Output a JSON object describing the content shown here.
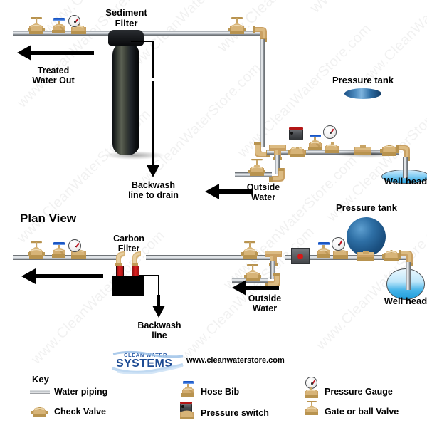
{
  "meta": {
    "title": "Sediment Filter and Carbon Filter Well Water System Diagram"
  },
  "watermark": {
    "text": "www.CleanWaterStore.com"
  },
  "elevation_view": {
    "labels": {
      "sediment_filter": "Sediment\nFilter",
      "treated_water_out": "Treated\nWater Out",
      "backwash_line_to_drain": "Backwash\nline to drain",
      "outside_water": "Outside\nWater",
      "pressure_tank": "Pressure tank",
      "well_head": "Well head"
    }
  },
  "plan_view": {
    "title": "Plan View",
    "labels": {
      "carbon_filter": "Carbon\nFilter",
      "backwash_line": "Backwash\nline",
      "outside_water": "Outside\nWater",
      "pressure_tank": "Pressure tank",
      "well_head": "Well head"
    }
  },
  "branding": {
    "logo_line1": "CLEAN WATER",
    "logo_line2": "SYSTEMS",
    "website": "www.cleanwaterstore.com"
  },
  "key": {
    "title": "Key",
    "items": [
      {
        "icon": "water-piping-icon",
        "label": "Water piping"
      },
      {
        "icon": "check-valve-icon",
        "label": "Check Valve"
      },
      {
        "icon": "hose-bib-icon",
        "label": "Hose Bib"
      },
      {
        "icon": "pressure-switch-icon",
        "label": "Pressure switch"
      },
      {
        "icon": "pressure-gauge-icon",
        "label": "Pressure Gauge"
      },
      {
        "icon": "gate-ball-valve-icon",
        "label": "Gate or ball Valve"
      }
    ]
  },
  "colors": {
    "brass": "#c9a063",
    "pipe_steel": "#c9ced3",
    "tank_blue": "#2d6ca3",
    "water_blue": "#46b4e8",
    "accent_red": "#d81717",
    "black": "#000000",
    "logo_blue": "#2f5fa8"
  }
}
